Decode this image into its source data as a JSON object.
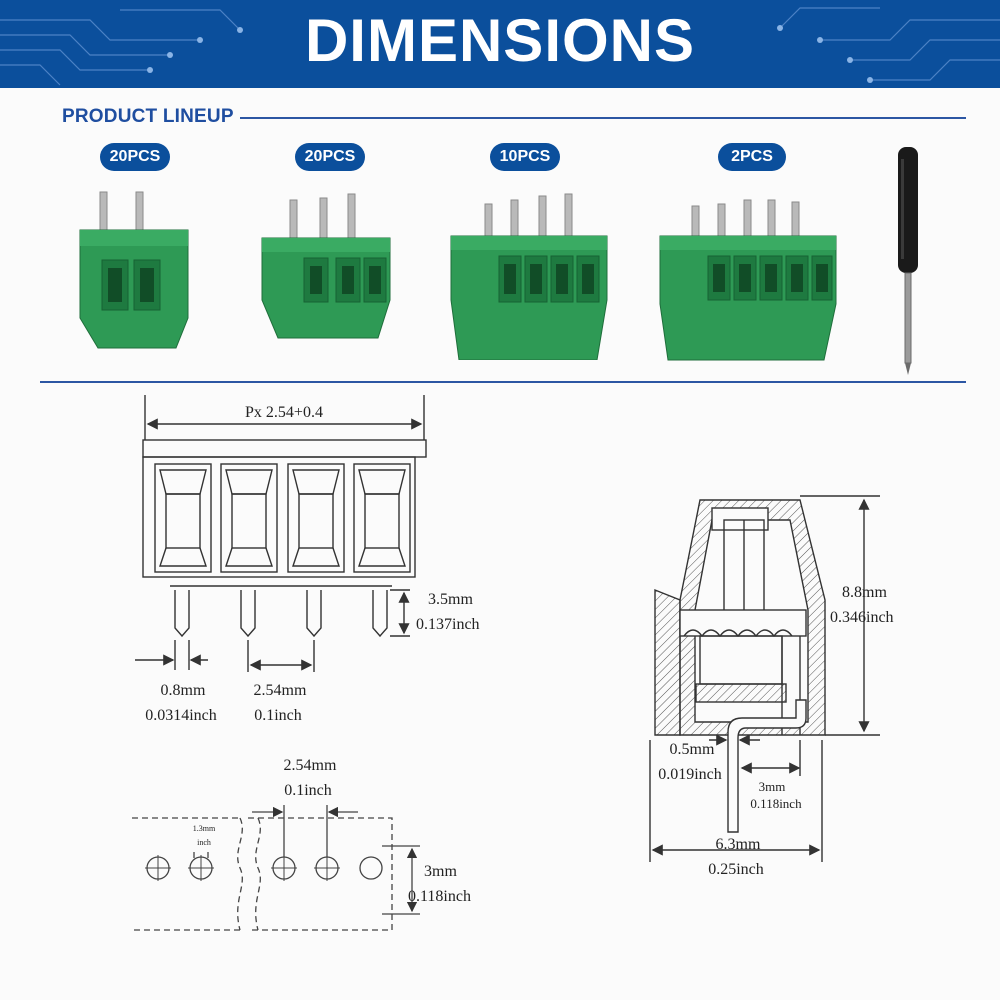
{
  "header": {
    "title": "DIMENSIONS"
  },
  "lineup": {
    "title": "PRODUCT LINEUP",
    "items": [
      {
        "qty": "20PCS",
        "pins": 2
      },
      {
        "qty": "20PCS",
        "pins": 3
      },
      {
        "qty": "10PCS",
        "pins": 4
      },
      {
        "qty": "2PCS",
        "pins": 5
      }
    ]
  },
  "front_view": {
    "pitch_formula": "Px 2.54+0.4",
    "pin_length_mm": "3.5mm",
    "pin_length_inch": "0.137inch",
    "pin_width_mm": "0.8mm",
    "pin_width_inch": "0.0314inch",
    "pitch_mm": "2.54mm",
    "pitch_inch": "0.1inch"
  },
  "footprint": {
    "pitch_mm": "2.54mm",
    "pitch_inch": "0.1inch",
    "hole_mm": "1.3mm",
    "hole_unit": "inch",
    "row_mm": "3mm",
    "row_inch": "0.118inch"
  },
  "side_view": {
    "height_mm": "8.8mm",
    "height_inch": "0.346inch",
    "pin_mm": "0.5mm",
    "pin_inch": "0.019inch",
    "offset_mm": "3mm",
    "offset_inch": "0.118inch",
    "depth_mm": "6.3mm",
    "depth_inch": "0.25inch"
  },
  "colors": {
    "header": "#0b4f9c",
    "accent": "#1f4ea0",
    "terminal_green": "#2e9a55"
  }
}
